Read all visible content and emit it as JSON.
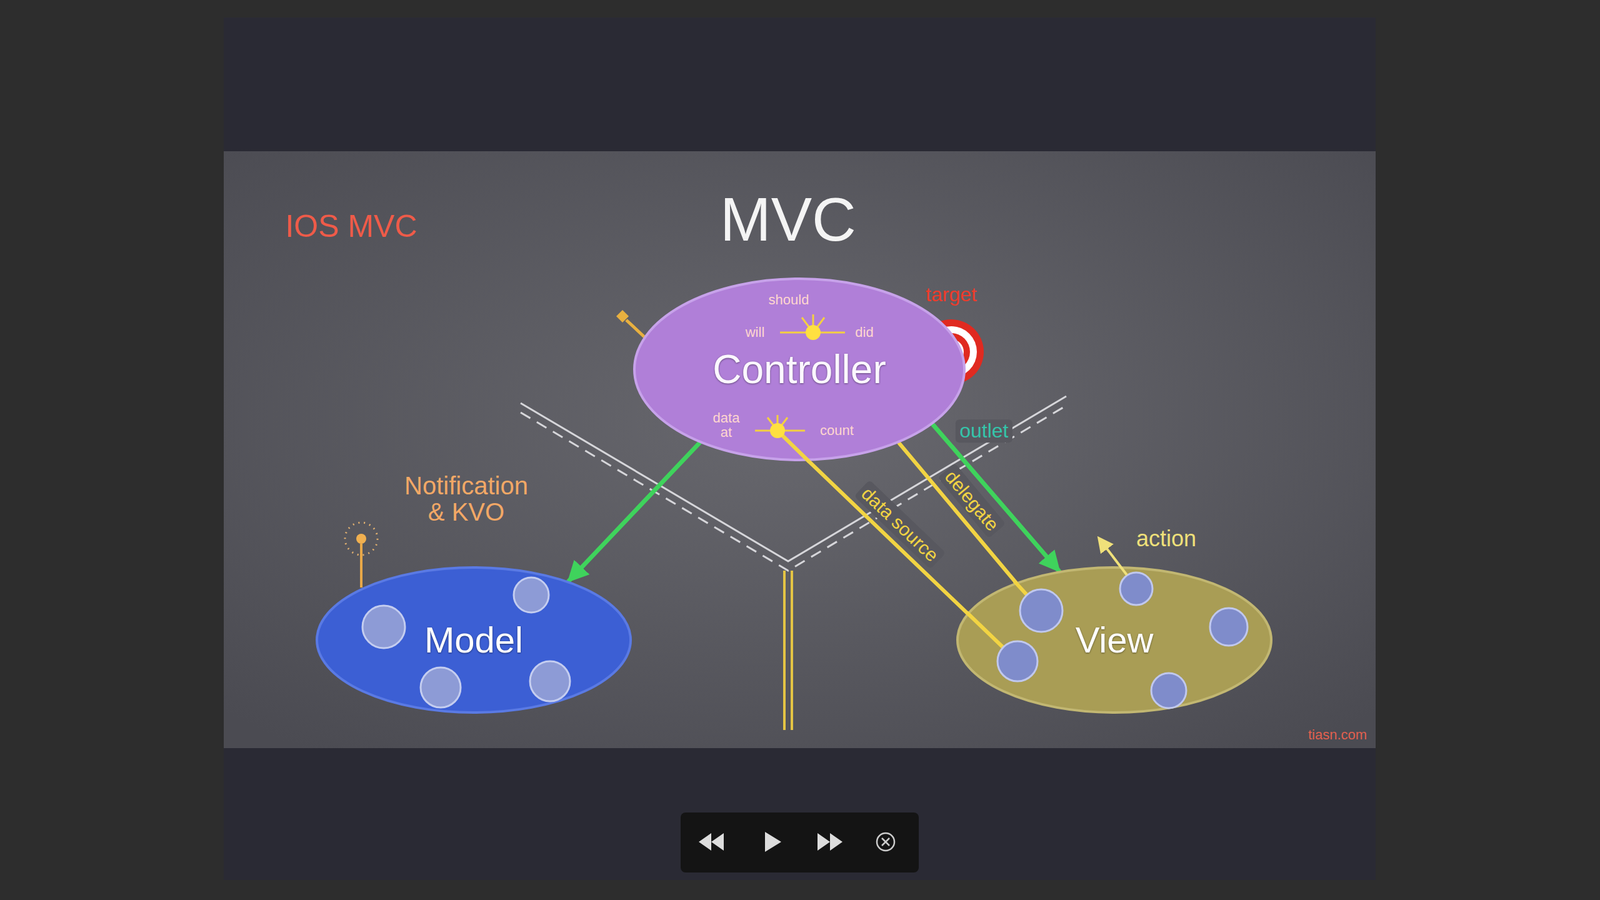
{
  "diagram": {
    "title": "MVC",
    "nodes": [
      {
        "text": [
          "Controller"
        ]
      },
      {
        "text": [
          "Model"
        ]
      },
      {
        "text": [
          "View"
        ]
      }
    ],
    "edges": [
      {
        "from": 0,
        "to": 1,
        "arrow": "to"
      },
      {
        "from": 0,
        "to": 2,
        "arrow": "to",
        "label": "outlet"
      },
      {
        "from": 2,
        "to": 0,
        "arrow": "none",
        "label": "delegate"
      },
      {
        "from": 2,
        "to": 0,
        "arrow": "none",
        "label": "data source"
      }
    ],
    "labels": [
      "IOS MVC",
      "should",
      "will",
      "did",
      "data at",
      "count",
      "target",
      "action",
      "Notification & KVO",
      "tiasn.com"
    ]
  }
}
